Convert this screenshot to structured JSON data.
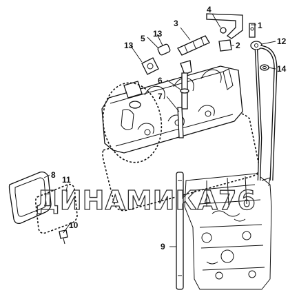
{
  "watermark": "ДИНАМИКА76",
  "callouts": {
    "c1": "1",
    "c2": "2",
    "c3": "3",
    "c4": "4",
    "c5": "5",
    "c6": "6",
    "c7": "7",
    "c8": "8",
    "c9": "9",
    "c10": "10",
    "c11": "11",
    "c12": "12",
    "c13a": "13",
    "c13b": "13",
    "c14": "14"
  },
  "colors": {
    "line": "#111111",
    "background": "#ffffff"
  }
}
